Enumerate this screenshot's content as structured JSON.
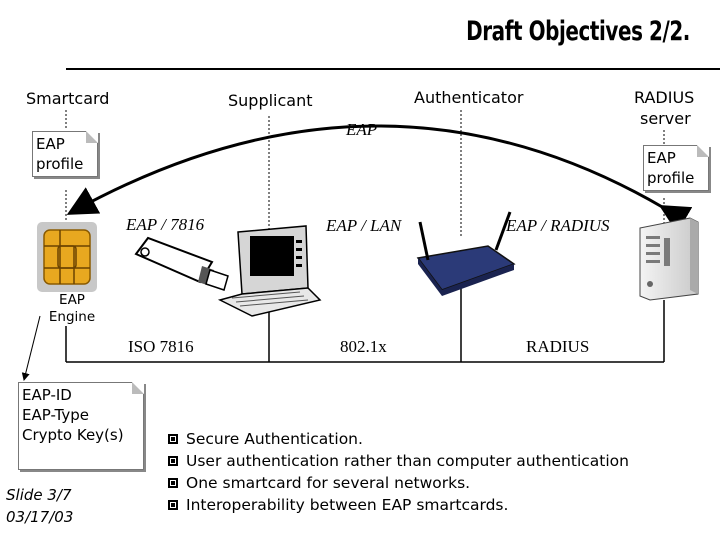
{
  "title": "Draft Objectives 2/2.",
  "entities": {
    "smartcard": "Smartcard",
    "supplicant": "Supplicant",
    "authenticator": "Authenticator",
    "radius_server_line1": "RADIUS",
    "radius_server_line2": "server"
  },
  "protocol_labels": {
    "eap": "EAP",
    "eap_7816": "EAP / 7816",
    "eap_lan": "EAP / LAN",
    "eap_radius": "EAP / RADIUS"
  },
  "notes": {
    "eap_profile_left": [
      "EAP",
      "profile"
    ],
    "eap_profile_right": [
      "EAP",
      "profile"
    ],
    "eap_engine": [
      "EAP",
      "Engine"
    ],
    "eap_id": [
      "EAP-ID",
      "EAP-Type",
      "Crypto Key(s)"
    ]
  },
  "standards": {
    "iso": "ISO 7816",
    "dot1x": "802.1x",
    "radius": "RADIUS"
  },
  "bullets": [
    "Secure Authentication.",
    "User authentication rather than computer authentication",
    "One smartcard for several networks.",
    "Interoperability between EAP smartcards."
  ],
  "footer": {
    "slide": "Slide 3/7",
    "date": "03/17/03"
  },
  "colors": {
    "chip_gold": "#e8a820",
    "chip_bg": "#c8c8c8",
    "ap_blue": "#2b3a78"
  }
}
